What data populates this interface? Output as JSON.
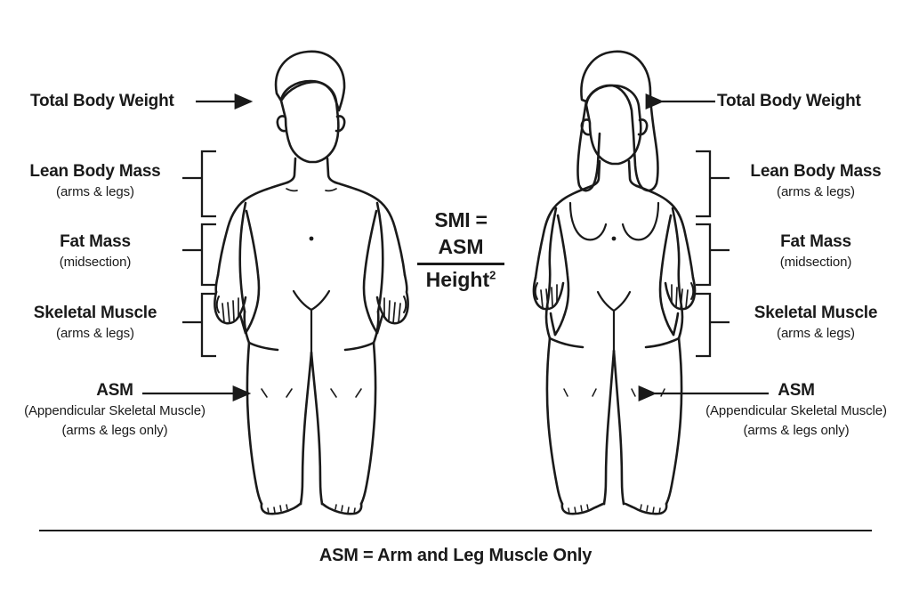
{
  "figure": {
    "title": "SMI body composition diagram",
    "background_color": "#ffffff",
    "line_color": "#1a1a1a",
    "text_color": "#1a1a1a"
  },
  "left_labels": {
    "total_body_weight": {
      "main": "Total Body Weight",
      "sub": ""
    },
    "lean_body_mass": {
      "main": "Lean Body Mass",
      "sub": "(arms & legs)"
    },
    "fat_mass": {
      "main": "Fat Mass",
      "sub": "(midsection)"
    },
    "skeletal_muscle": {
      "main": "Skeletal Muscle",
      "sub": "(arms & legs)"
    },
    "asm": {
      "main": "ASM",
      "sub": "(Appendicular Skeletal Muscle)",
      "sub2": "(arms & legs only)"
    }
  },
  "right_labels": {
    "total_body_weight": {
      "main": "Total Body Weight",
      "sub": ""
    },
    "lean_body_mass": {
      "main": "Lean Body Mass",
      "sub": "(arms & legs)"
    },
    "fat_mass": {
      "main": "Fat Mass",
      "sub": "(midsection)"
    },
    "skeletal_muscle": {
      "main": "Skeletal Muscle",
      "sub": "(arms & legs)"
    },
    "asm": {
      "main": "ASM",
      "sub": "(Appendicular Skeletal Muscle)",
      "sub2": "(arms & legs only)"
    }
  },
  "formula": {
    "heading": "SMI =",
    "numerator": "ASM",
    "denominator_base": "Height",
    "denominator_exponent": "2"
  },
  "footer": {
    "caption": "ASM = Arm and Leg Muscle Only"
  },
  "figures": {
    "left": {
      "name": "male-body-figure",
      "hair": "short"
    },
    "right": {
      "name": "female-body-figure",
      "hair": "long"
    }
  }
}
